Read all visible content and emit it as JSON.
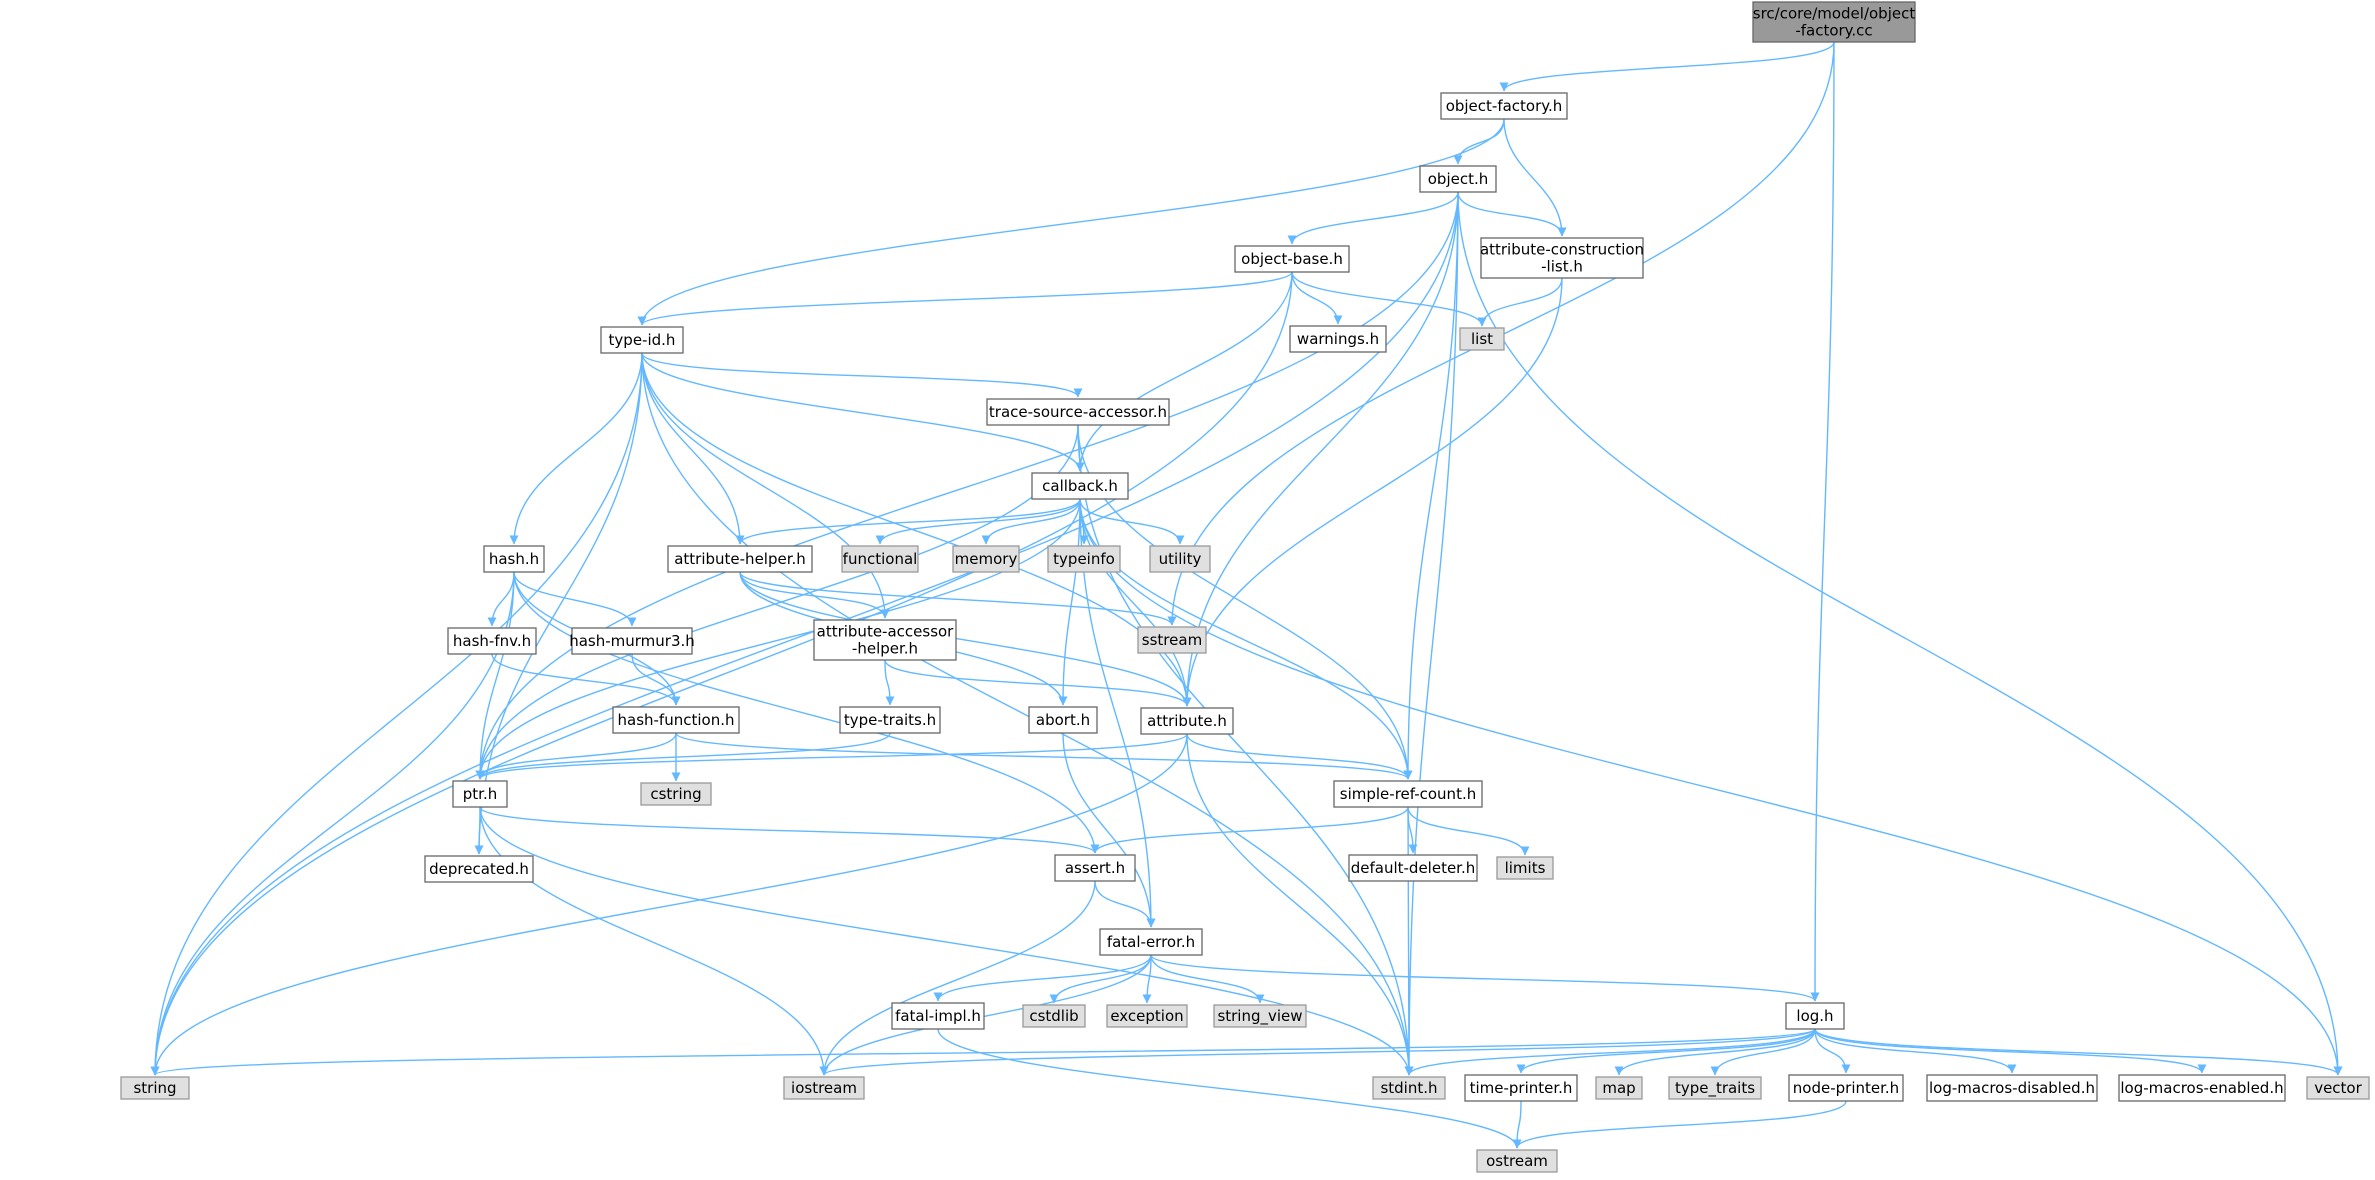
{
  "graph": {
    "colors": {
      "edge": "#63b8ff",
      "node_border": "#666666",
      "node_fill": "#ffffff",
      "system_fill": "#e0e0e0",
      "system_border": "#999999",
      "root_fill": "#999999",
      "root_border": "#666666"
    },
    "nodes": [
      {
        "id": "root",
        "lines": [
          "src/core/model/object",
          "-factory.cc"
        ],
        "kind": "root"
      },
      {
        "id": "object-factory.h",
        "lines": [
          "object-factory.h"
        ],
        "kind": "header"
      },
      {
        "id": "object.h",
        "lines": [
          "object.h"
        ],
        "kind": "header"
      },
      {
        "id": "attribute-construction-list.h",
        "lines": [
          "attribute-construction",
          "-list.h"
        ],
        "kind": "header"
      },
      {
        "id": "object-base.h",
        "lines": [
          "object-base.h"
        ],
        "kind": "header"
      },
      {
        "id": "list",
        "lines": [
          "list"
        ],
        "kind": "system"
      },
      {
        "id": "warnings.h",
        "lines": [
          "warnings.h"
        ],
        "kind": "header"
      },
      {
        "id": "type-id.h",
        "lines": [
          "type-id.h"
        ],
        "kind": "header"
      },
      {
        "id": "trace-source-accessor.h",
        "lines": [
          "trace-source-accessor.h"
        ],
        "kind": "header"
      },
      {
        "id": "callback.h",
        "lines": [
          "callback.h"
        ],
        "kind": "header"
      },
      {
        "id": "hash.h",
        "lines": [
          "hash.h"
        ],
        "kind": "header"
      },
      {
        "id": "attribute-helper.h",
        "lines": [
          "attribute-helper.h"
        ],
        "kind": "header"
      },
      {
        "id": "functional",
        "lines": [
          "functional"
        ],
        "kind": "system"
      },
      {
        "id": "memory",
        "lines": [
          "memory"
        ],
        "kind": "system"
      },
      {
        "id": "typeinfo",
        "lines": [
          "typeinfo"
        ],
        "kind": "system"
      },
      {
        "id": "utility",
        "lines": [
          "utility"
        ],
        "kind": "system"
      },
      {
        "id": "sstream",
        "lines": [
          "sstream"
        ],
        "kind": "system"
      },
      {
        "id": "hash-fnv.h",
        "lines": [
          "hash-fnv.h"
        ],
        "kind": "header"
      },
      {
        "id": "hash-murmur3.h",
        "lines": [
          "hash-murmur3.h"
        ],
        "kind": "header"
      },
      {
        "id": "attribute-accessor-helper.h",
        "lines": [
          "attribute-accessor",
          "-helper.h"
        ],
        "kind": "header"
      },
      {
        "id": "hash-function.h",
        "lines": [
          "hash-function.h"
        ],
        "kind": "header"
      },
      {
        "id": "type-traits.h",
        "lines": [
          "type-traits.h"
        ],
        "kind": "header"
      },
      {
        "id": "abort.h",
        "lines": [
          "abort.h"
        ],
        "kind": "header"
      },
      {
        "id": "attribute.h",
        "lines": [
          "attribute.h"
        ],
        "kind": "header"
      },
      {
        "id": "cstring",
        "lines": [
          "cstring"
        ],
        "kind": "system"
      },
      {
        "id": "ptr.h",
        "lines": [
          "ptr.h"
        ],
        "kind": "header"
      },
      {
        "id": "simple-ref-count.h",
        "lines": [
          "simple-ref-count.h"
        ],
        "kind": "header"
      },
      {
        "id": "deprecated.h",
        "lines": [
          "deprecated.h"
        ],
        "kind": "header"
      },
      {
        "id": "assert.h",
        "lines": [
          "assert.h"
        ],
        "kind": "header"
      },
      {
        "id": "default-deleter.h",
        "lines": [
          "default-deleter.h"
        ],
        "kind": "header"
      },
      {
        "id": "limits",
        "lines": [
          "limits"
        ],
        "kind": "system"
      },
      {
        "id": "fatal-error.h",
        "lines": [
          "fatal-error.h"
        ],
        "kind": "header"
      },
      {
        "id": "fatal-impl.h",
        "lines": [
          "fatal-impl.h"
        ],
        "kind": "header"
      },
      {
        "id": "cstdlib",
        "lines": [
          "cstdlib"
        ],
        "kind": "system"
      },
      {
        "id": "exception",
        "lines": [
          "exception"
        ],
        "kind": "system"
      },
      {
        "id": "string_view",
        "lines": [
          "string_view"
        ],
        "kind": "system"
      },
      {
        "id": "log.h",
        "lines": [
          "log.h"
        ],
        "kind": "header"
      },
      {
        "id": "string",
        "lines": [
          "string"
        ],
        "kind": "system"
      },
      {
        "id": "iostream",
        "lines": [
          "iostream"
        ],
        "kind": "system"
      },
      {
        "id": "stdint.h",
        "lines": [
          "stdint.h"
        ],
        "kind": "system"
      },
      {
        "id": "time-printer.h",
        "lines": [
          "time-printer.h"
        ],
        "kind": "header"
      },
      {
        "id": "map",
        "lines": [
          "map"
        ],
        "kind": "system"
      },
      {
        "id": "type_traits",
        "lines": [
          "type_traits"
        ],
        "kind": "system"
      },
      {
        "id": "node-printer.h",
        "lines": [
          "node-printer.h"
        ],
        "kind": "header"
      },
      {
        "id": "log-macros-disabled.h",
        "lines": [
          "log-macros-disabled.h"
        ],
        "kind": "header"
      },
      {
        "id": "log-macros-enabled.h",
        "lines": [
          "log-macros-enabled.h"
        ],
        "kind": "header"
      },
      {
        "id": "vector",
        "lines": [
          "vector"
        ],
        "kind": "system"
      },
      {
        "id": "ostream",
        "lines": [
          "ostream"
        ],
        "kind": "system"
      }
    ],
    "edges": [
      [
        "root",
        "object-factory.h"
      ],
      [
        "root",
        "sstream"
      ],
      [
        "root",
        "log.h"
      ],
      [
        "object-factory.h",
        "object.h"
      ],
      [
        "object-factory.h",
        "attribute-construction-list.h"
      ],
      [
        "object-factory.h",
        "type-id.h"
      ],
      [
        "object.h",
        "attribute-construction-list.h"
      ],
      [
        "object.h",
        "object-base.h"
      ],
      [
        "object.h",
        "attribute.h"
      ],
      [
        "object.h",
        "ptr.h"
      ],
      [
        "object.h",
        "simple-ref-count.h"
      ],
      [
        "object.h",
        "stdint.h"
      ],
      [
        "object.h",
        "string"
      ],
      [
        "object.h",
        "vector"
      ],
      [
        "attribute-construction-list.h",
        "list"
      ],
      [
        "attribute-construction-list.h",
        "attribute.h"
      ],
      [
        "object-base.h",
        "type-id.h"
      ],
      [
        "object-base.h",
        "warnings.h"
      ],
      [
        "object-base.h",
        "list"
      ],
      [
        "object-base.h",
        "callback.h"
      ],
      [
        "object-base.h",
        "string"
      ],
      [
        "type-id.h",
        "trace-source-accessor.h"
      ],
      [
        "type-id.h",
        "callback.h"
      ],
      [
        "type-id.h",
        "hash.h"
      ],
      [
        "type-id.h",
        "attribute-helper.h"
      ],
      [
        "type-id.h",
        "attribute-accessor-helper.h"
      ],
      [
        "type-id.h",
        "attribute.h"
      ],
      [
        "type-id.h",
        "deprecated.h"
      ],
      [
        "type-id.h",
        "string"
      ],
      [
        "type-id.h",
        "stdint.h"
      ],
      [
        "trace-source-accessor.h",
        "callback.h"
      ],
      [
        "trace-source-accessor.h",
        "ptr.h"
      ],
      [
        "trace-source-accessor.h",
        "simple-ref-count.h"
      ],
      [
        "trace-source-accessor.h",
        "stdint.h"
      ],
      [
        "callback.h",
        "attribute-helper.h"
      ],
      [
        "callback.h",
        "functional"
      ],
      [
        "callback.h",
        "memory"
      ],
      [
        "callback.h",
        "typeinfo"
      ],
      [
        "callback.h",
        "utility"
      ],
      [
        "callback.h",
        "abort.h"
      ],
      [
        "callback.h",
        "attribute.h"
      ],
      [
        "callback.h",
        "simple-ref-count.h"
      ],
      [
        "callback.h",
        "ptr.h"
      ],
      [
        "callback.h",
        "fatal-error.h"
      ],
      [
        "callback.h",
        "vector"
      ],
      [
        "hash.h",
        "hash-fnv.h"
      ],
      [
        "hash.h",
        "hash-murmur3.h"
      ],
      [
        "hash.h",
        "hash-function.h"
      ],
      [
        "hash.h",
        "ptr.h"
      ],
      [
        "hash.h",
        "assert.h"
      ],
      [
        "hash.h",
        "string"
      ],
      [
        "attribute-helper.h",
        "attribute-accessor-helper.h"
      ],
      [
        "attribute-helper.h",
        "attribute.h"
      ],
      [
        "attribute-helper.h",
        "sstream"
      ],
      [
        "attribute-helper.h",
        "abort.h"
      ],
      [
        "hash-fnv.h",
        "hash-function.h"
      ],
      [
        "hash-murmur3.h",
        "hash-function.h"
      ],
      [
        "attribute-accessor-helper.h",
        "type-traits.h"
      ],
      [
        "attribute-accessor-helper.h",
        "attribute.h"
      ],
      [
        "hash-function.h",
        "cstring"
      ],
      [
        "hash-function.h",
        "ptr.h"
      ],
      [
        "hash-function.h",
        "simple-ref-count.h"
      ],
      [
        "type-traits.h",
        "ptr.h"
      ],
      [
        "abort.h",
        "fatal-error.h"
      ],
      [
        "attribute.h",
        "ptr.h"
      ],
      [
        "attribute.h",
        "simple-ref-count.h"
      ],
      [
        "attribute.h",
        "string"
      ],
      [
        "attribute.h",
        "stdint.h"
      ],
      [
        "ptr.h",
        "deprecated.h"
      ],
      [
        "ptr.h",
        "assert.h"
      ],
      [
        "ptr.h",
        "iostream"
      ],
      [
        "ptr.h",
        "stdint.h"
      ],
      [
        "simple-ref-count.h",
        "assert.h"
      ],
      [
        "simple-ref-count.h",
        "default-deleter.h"
      ],
      [
        "simple-ref-count.h",
        "limits"
      ],
      [
        "simple-ref-count.h",
        "stdint.h"
      ],
      [
        "assert.h",
        "fatal-error.h"
      ],
      [
        "assert.h",
        "iostream"
      ],
      [
        "fatal-error.h",
        "fatal-impl.h"
      ],
      [
        "fatal-error.h",
        "cstdlib"
      ],
      [
        "fatal-error.h",
        "exception"
      ],
      [
        "fatal-error.h",
        "string_view"
      ],
      [
        "fatal-error.h",
        "log.h"
      ],
      [
        "fatal-error.h",
        "iostream"
      ],
      [
        "fatal-impl.h",
        "ostream"
      ],
      [
        "log.h",
        "string"
      ],
      [
        "log.h",
        "iostream"
      ],
      [
        "log.h",
        "stdint.h"
      ],
      [
        "log.h",
        "time-printer.h"
      ],
      [
        "log.h",
        "map"
      ],
      [
        "log.h",
        "type_traits"
      ],
      [
        "log.h",
        "node-printer.h"
      ],
      [
        "log.h",
        "log-macros-disabled.h"
      ],
      [
        "log.h",
        "log-macros-enabled.h"
      ],
      [
        "log.h",
        "vector"
      ],
      [
        "time-printer.h",
        "ostream"
      ],
      [
        "node-printer.h",
        "ostream"
      ]
    ]
  }
}
